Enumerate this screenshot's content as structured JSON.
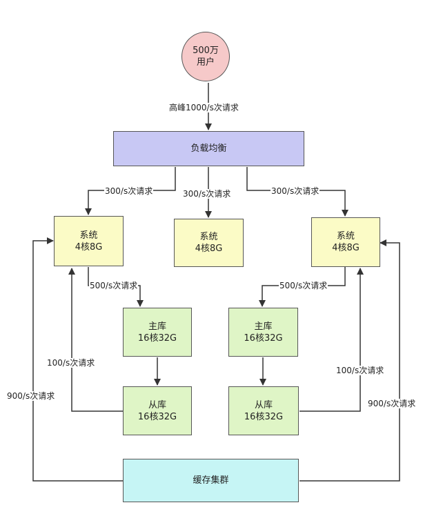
{
  "nodes": {
    "users": {
      "line1": "500万",
      "line2": "用户",
      "color": "#f6c9c9"
    },
    "load_balancer": {
      "label": "负载均衡",
      "color": "#c8c8f4"
    },
    "system_left": {
      "line1": "系统",
      "line2": "4核8G",
      "color": "#fbfbc6"
    },
    "system_mid": {
      "line1": "系统",
      "line2": "4核8G",
      "color": "#fbfbc6"
    },
    "system_right": {
      "line1": "系统",
      "line2": "4核8G",
      "color": "#fbfbc6"
    },
    "master_left": {
      "line1": "主库",
      "line2": "16核32G",
      "color": "#dff5c6"
    },
    "master_right": {
      "line1": "主库",
      "line2": "16核32G",
      "color": "#dff5c6"
    },
    "slave_left": {
      "line1": "从库",
      "line2": "16核32G",
      "color": "#dff5c6"
    },
    "slave_right": {
      "line1": "从库",
      "line2": "16核32G",
      "color": "#dff5c6"
    },
    "cache_cluster": {
      "label": "缓存集群",
      "color": "#c6f5f5"
    }
  },
  "edges": {
    "users_to_lb": "高峰1000/s次请求",
    "lb_to_left": "300/s次请求",
    "lb_to_mid": "300/s次请求",
    "lb_to_right": "300/s次请求",
    "left_to_master": "500/s次请求",
    "right_to_master": "500/s次请求",
    "slave_left_to_system": "100/s次请求",
    "slave_right_to_system": "100/s次请求",
    "cache_to_left": "900/s次请求",
    "cache_to_right": "900/s次请求"
  }
}
